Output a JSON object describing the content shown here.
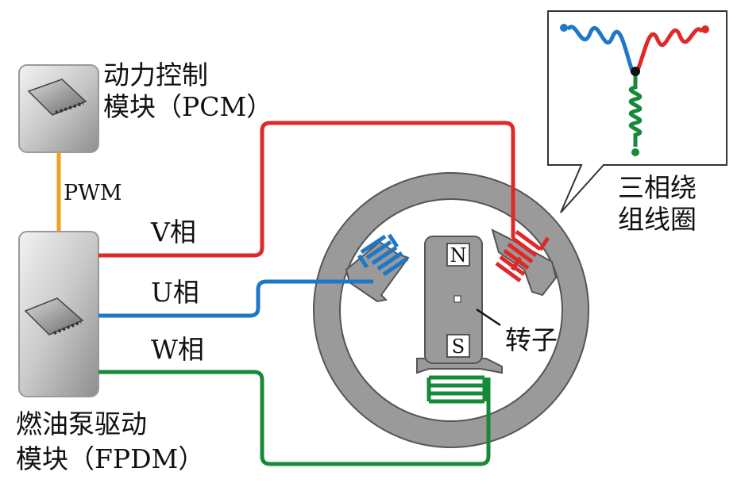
{
  "labels": {
    "pcm_line1": "动力控制",
    "pcm_line2": "模块（PCM）",
    "pwm": "PWM",
    "phase_v": "V相",
    "phase_u": "U相",
    "phase_w": "W相",
    "fpdm_line1": "燃油泵驱动",
    "fpdm_line2": "模块（FPDM）",
    "coil_line1": "三相绕",
    "coil_line2": "组线圈",
    "rotor": "转子",
    "pole_n": "N",
    "pole_s": "S"
  },
  "colors": {
    "phase_v": "#e02828",
    "phase_u": "#1e78c8",
    "phase_w": "#178a3a",
    "pwm": "#f0a020",
    "stator": "#9a9a9a"
  }
}
